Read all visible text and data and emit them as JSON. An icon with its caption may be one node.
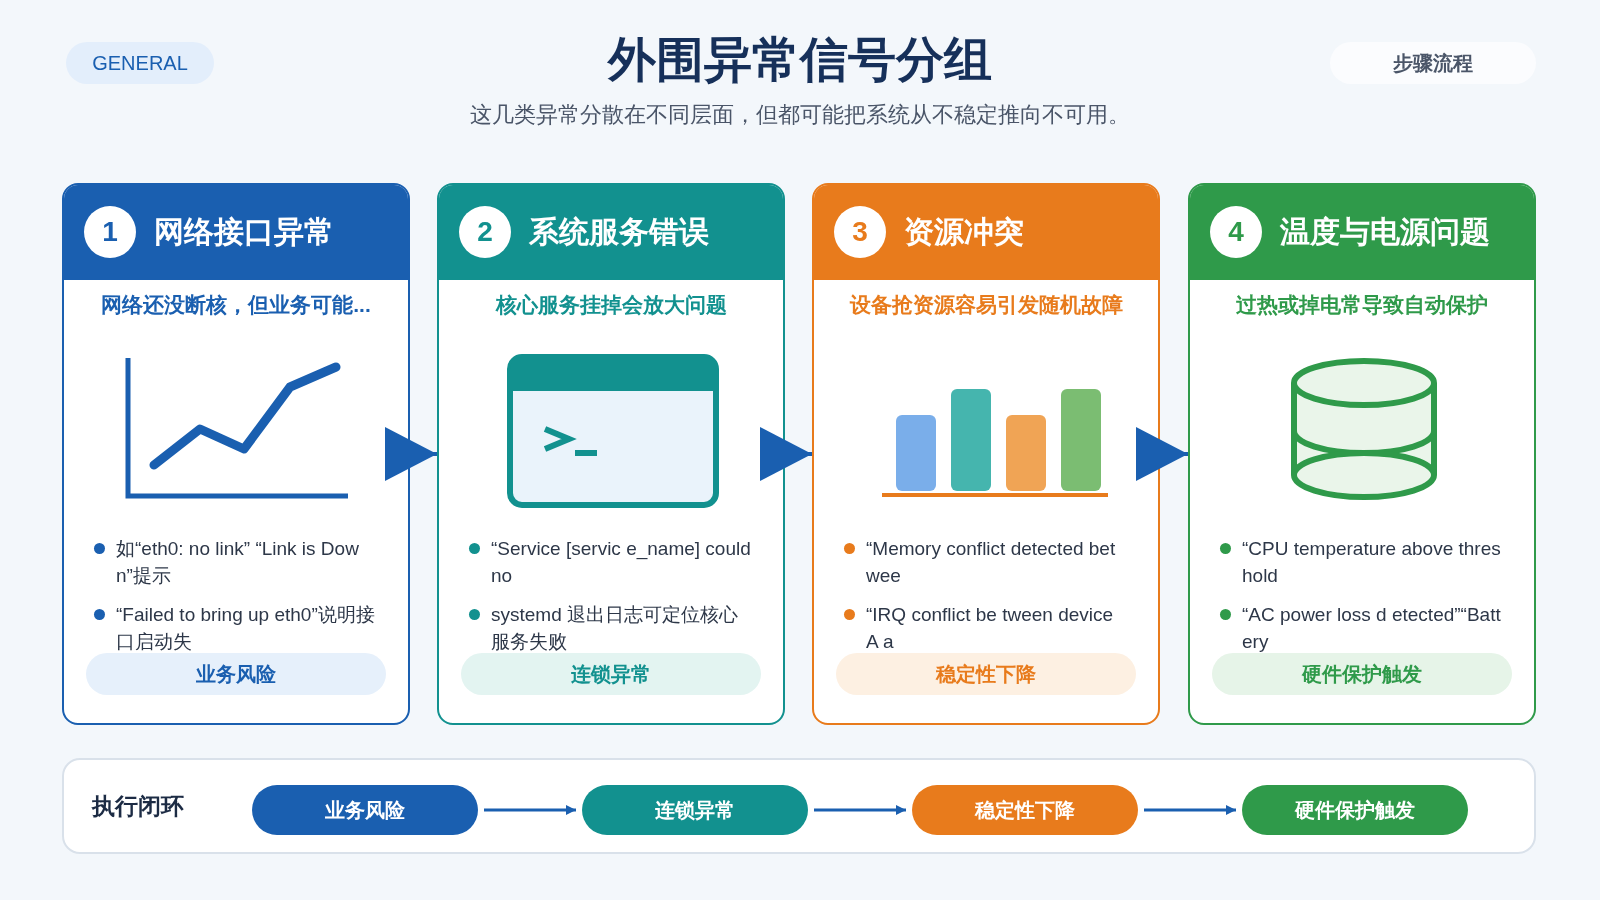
{
  "diagram": {
    "title": "外围异常信号分组",
    "nodes": [
      {
        "text": [
          "GENERAL"
        ]
      },
      {
        "text": [
          "步骤流程"
        ]
      },
      {
        "text": [
          "1",
          "网络接口异常",
          "网络还没断核，但业务可能...",
          "如“eth0: no link” “Link is Down”提示",
          "“Failed to bring up eth0”说明接口启动失",
          "业务风险"
        ]
      },
      {
        "text": [
          "2",
          "系统服务错误",
          "核心服务挂掉会放大问题",
          "“Service [servic e_name] could no",
          "systemd 退出日志可定位核心服务失败",
          "连锁异常"
        ]
      },
      {
        "text": [
          "3",
          "资源冲突",
          "设备抢资源容易引发随机故障",
          "“Memory conflict detected betwee",
          "“IRQ conflict be tween device A a",
          "稳定性下降"
        ]
      },
      {
        "text": [
          "4",
          "温度与电源问题",
          "过热或掉电常导致自动保护",
          "“CPU temperature above threshold",
          "“AC power loss d etected”“Battery",
          "硬件保护触发"
        ]
      },
      {
        "text": [
          "执行闭环"
        ]
      },
      {
        "text": [
          "业务风险"
        ],
        "in": 6
      },
      {
        "text": [
          "连锁异常"
        ],
        "in": 6
      },
      {
        "text": [
          "稳定性下降"
        ],
        "in": 6
      },
      {
        "text": [
          "硬件保护触发"
        ],
        "in": 6
      }
    ],
    "edges": [
      {
        "from": 2,
        "to": 3,
        "arrow": "to"
      },
      {
        "from": 3,
        "to": 4,
        "arrow": "to"
      },
      {
        "from": 4,
        "to": 5,
        "arrow": "to"
      },
      {
        "from": 7,
        "to": 8,
        "arrow": "to"
      },
      {
        "from": 8,
        "to": 9,
        "arrow": "to"
      },
      {
        "from": 9,
        "to": 10,
        "arrow": "to"
      }
    ],
    "labels": [
      "这几类异常分散在不同层面，但都可能把系统从不稳定推向不可用。"
    ]
  }
}
